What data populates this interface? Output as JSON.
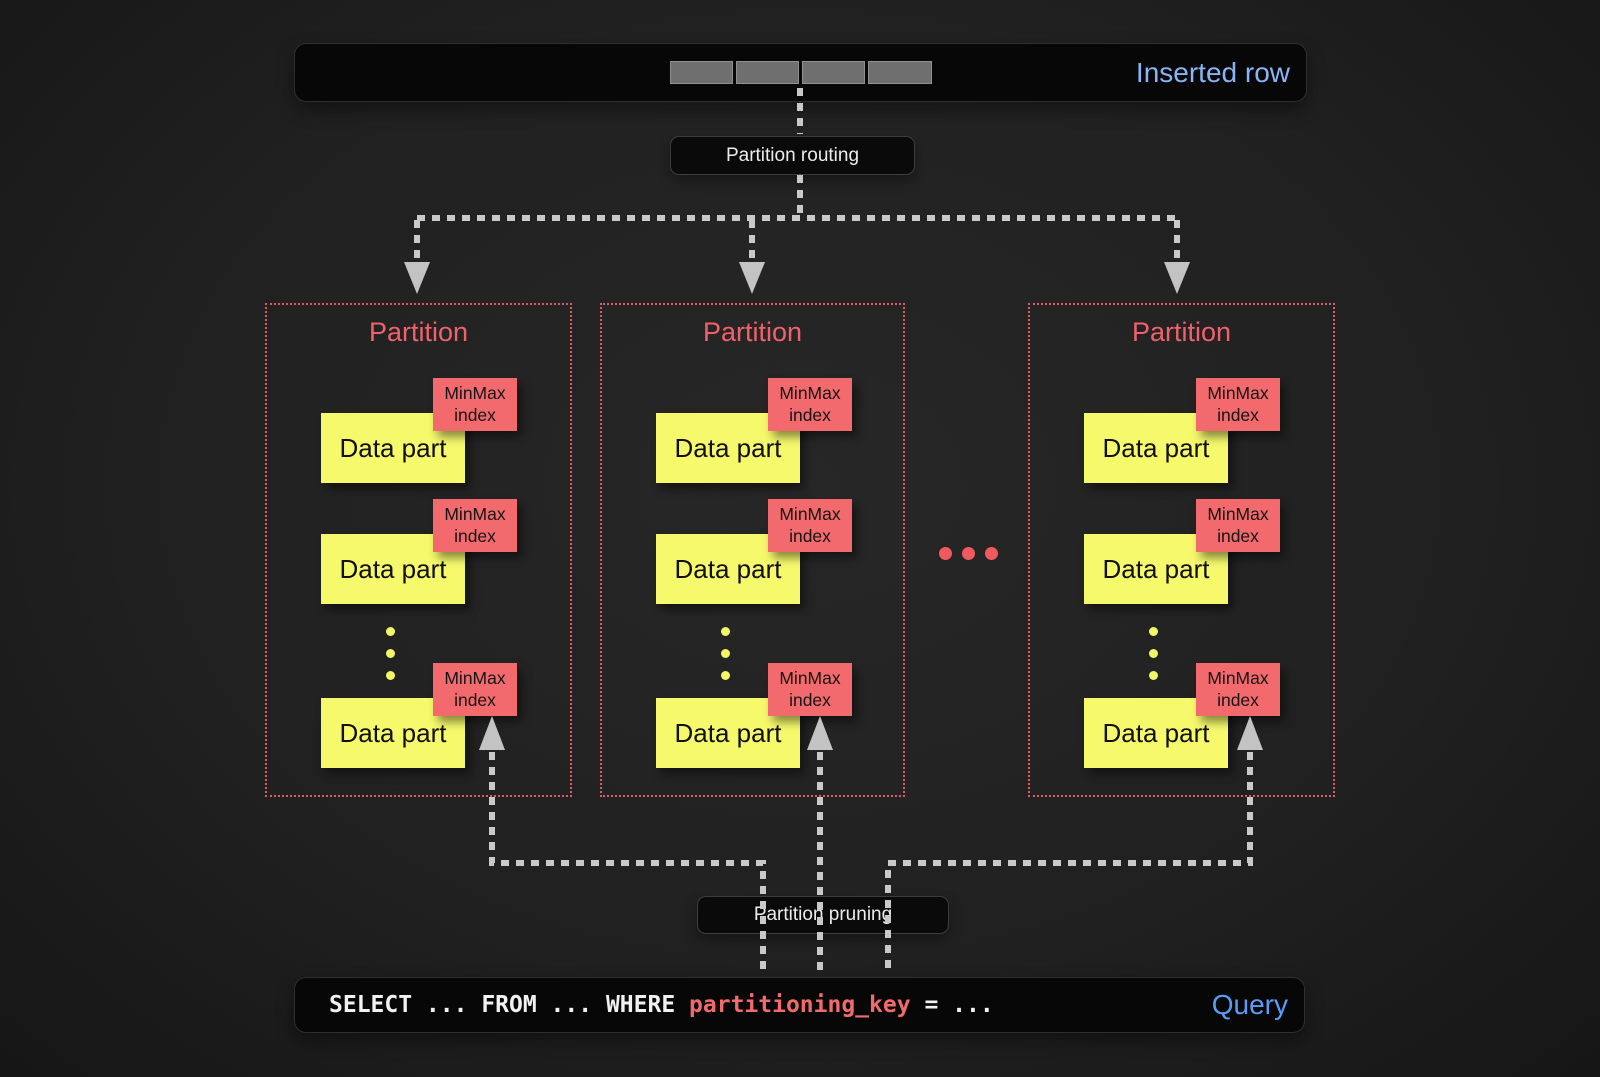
{
  "header": {
    "inserted_row_label": "Inserted row",
    "bar_segments": 4
  },
  "steps": {
    "routing_label": "Partition routing",
    "pruning_label": "Partition pruning"
  },
  "partitions": [
    {
      "title": "Partition",
      "parts": [
        {
          "label": "Data part",
          "index_line1": "MinMax",
          "index_line2": "index"
        },
        {
          "label": "Data part",
          "index_line1": "MinMax",
          "index_line2": "index"
        },
        {
          "label": "Data part",
          "index_line1": "MinMax",
          "index_line2": "index"
        }
      ]
    },
    {
      "title": "Partition",
      "parts": [
        {
          "label": "Data part",
          "index_line1": "MinMax",
          "index_line2": "index"
        },
        {
          "label": "Data part",
          "index_line1": "MinMax",
          "index_line2": "index"
        },
        {
          "label": "Data part",
          "index_line1": "MinMax",
          "index_line2": "index"
        }
      ]
    },
    {
      "title": "Partition",
      "parts": [
        {
          "label": "Data part",
          "index_line1": "MinMax",
          "index_line2": "index"
        },
        {
          "label": "Data part",
          "index_line1": "MinMax",
          "index_line2": "index"
        },
        {
          "label": "Data part",
          "index_line1": "MinMax",
          "index_line2": "index"
        }
      ]
    }
  ],
  "indicators": {
    "more_partitions": "...",
    "more_parts": "⋮"
  },
  "query": {
    "sql_before_key": "SELECT ... FROM ... WHERE ",
    "sql_key": "partitioning_key",
    "sql_after_key": " = ...",
    "label": "Query"
  },
  "colors": {
    "background": "#212121",
    "panel": "#070707",
    "accent_blue": "#8ab4f8",
    "query_blue": "#5b9cf8",
    "partition_red": "#f2616b",
    "minmax_red": "#f26a6d",
    "data_part_yellow": "#f6f96c",
    "connector_gray": "#c9c9c9",
    "bar_cell_gray": "#6f6f6f"
  }
}
